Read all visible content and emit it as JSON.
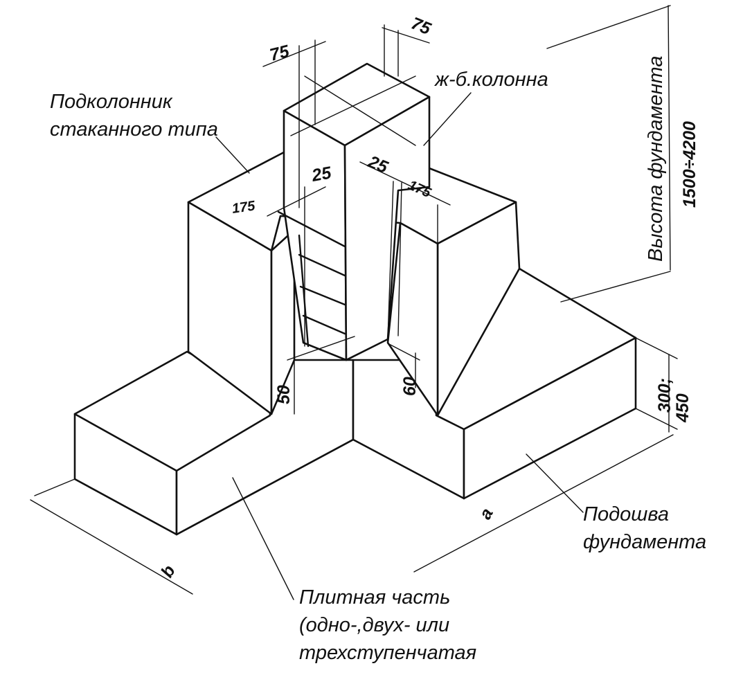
{
  "labels": {
    "podkolonnik_line1": "Подколонник",
    "podkolonnik_line2": "стаканного типа",
    "column": "ж-б.колонна",
    "foundation_height_title": "Высота фундамента",
    "foundation_height_value": "1500÷4200",
    "base": {
      "line1": "Подошва",
      "line2": "фундамента"
    },
    "slab": {
      "line1": "Плитная часть",
      "line2": "(одно-,двух- или",
      "line3": "трехступенчатая"
    }
  },
  "dimensions": {
    "top_left_gap": "75",
    "top_right_gap": "75",
    "left_wall": "175",
    "left_inner_gap": "25",
    "right_inner_gap": "25",
    "right_wall": "175",
    "bottom_left_gap": "50",
    "bottom_right_gap": "60",
    "slab_height_line1": "300;",
    "slab_height_line2": "450",
    "side_a": "a",
    "side_b": "b"
  }
}
